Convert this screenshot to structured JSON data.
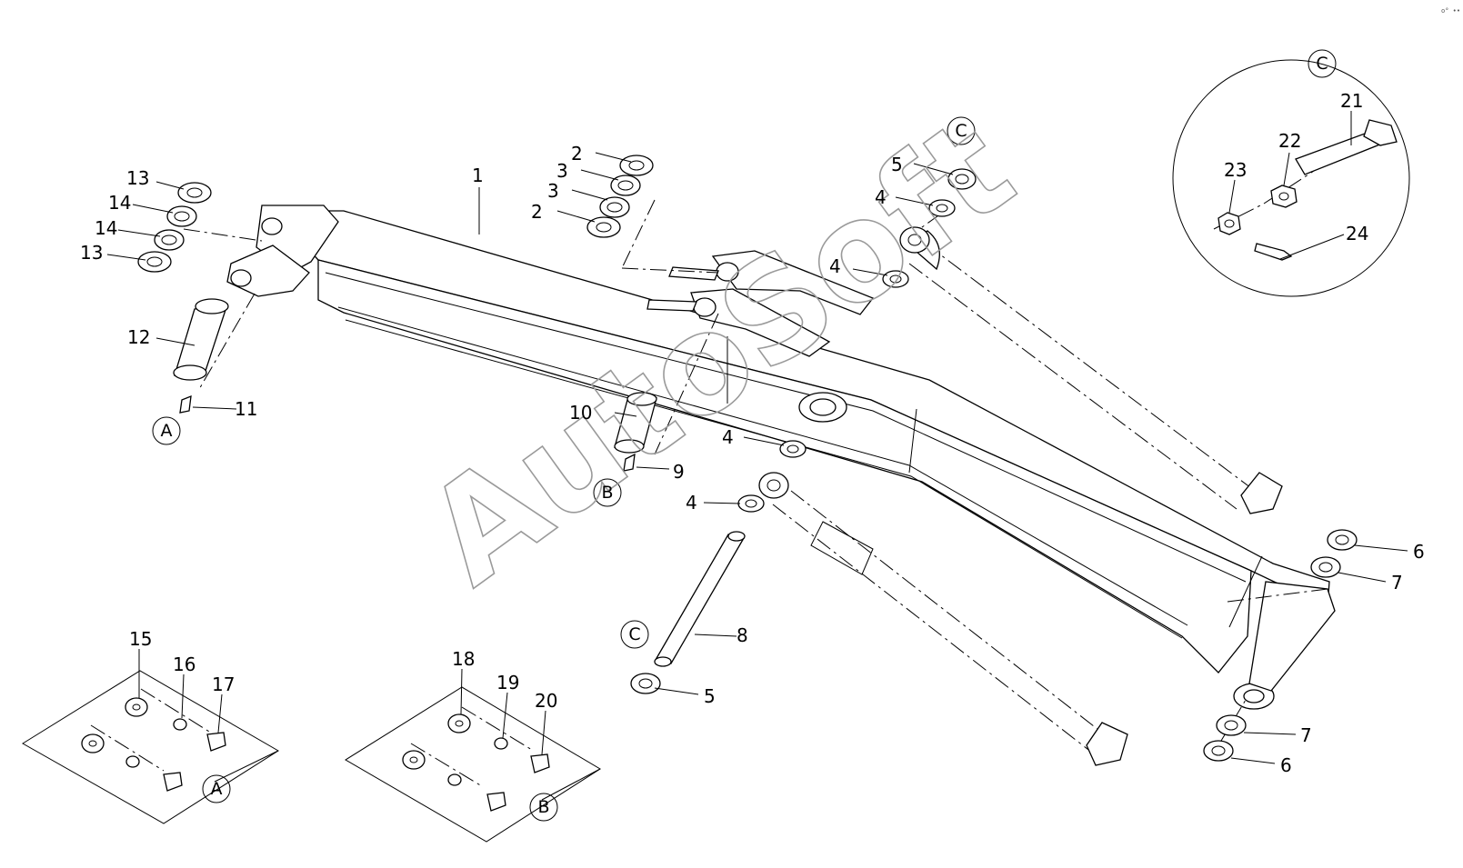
{
  "watermark": "AutoSoft",
  "corner_mark": "o° ••",
  "part_numbers": {
    "p1": "1",
    "p2a": "2",
    "p2b": "2",
    "p3a": "3",
    "p3b": "3",
    "p4a": "4",
    "p4b": "4",
    "p4c": "4",
    "p4d": "4",
    "p5a": "5",
    "p5b": "5",
    "p6a": "6",
    "p6b": "6",
    "p7a": "7",
    "p7b": "7",
    "p8": "8",
    "p9": "9",
    "p10": "10",
    "p11": "11",
    "p12": "12",
    "p13a": "13",
    "p13b": "13",
    "p14a": "14",
    "p14b": "14",
    "p15": "15",
    "p16": "16",
    "p17": "17",
    "p18": "18",
    "p19": "19",
    "p20": "20",
    "p21": "21",
    "p22": "22",
    "p23": "23",
    "p24": "24"
  },
  "detail_refs": {
    "a_callout": "A",
    "a_detail": "A",
    "b_callout": "B",
    "b_detail": "B",
    "c_top": "C",
    "c_pin": "C",
    "c_detail": "C"
  }
}
